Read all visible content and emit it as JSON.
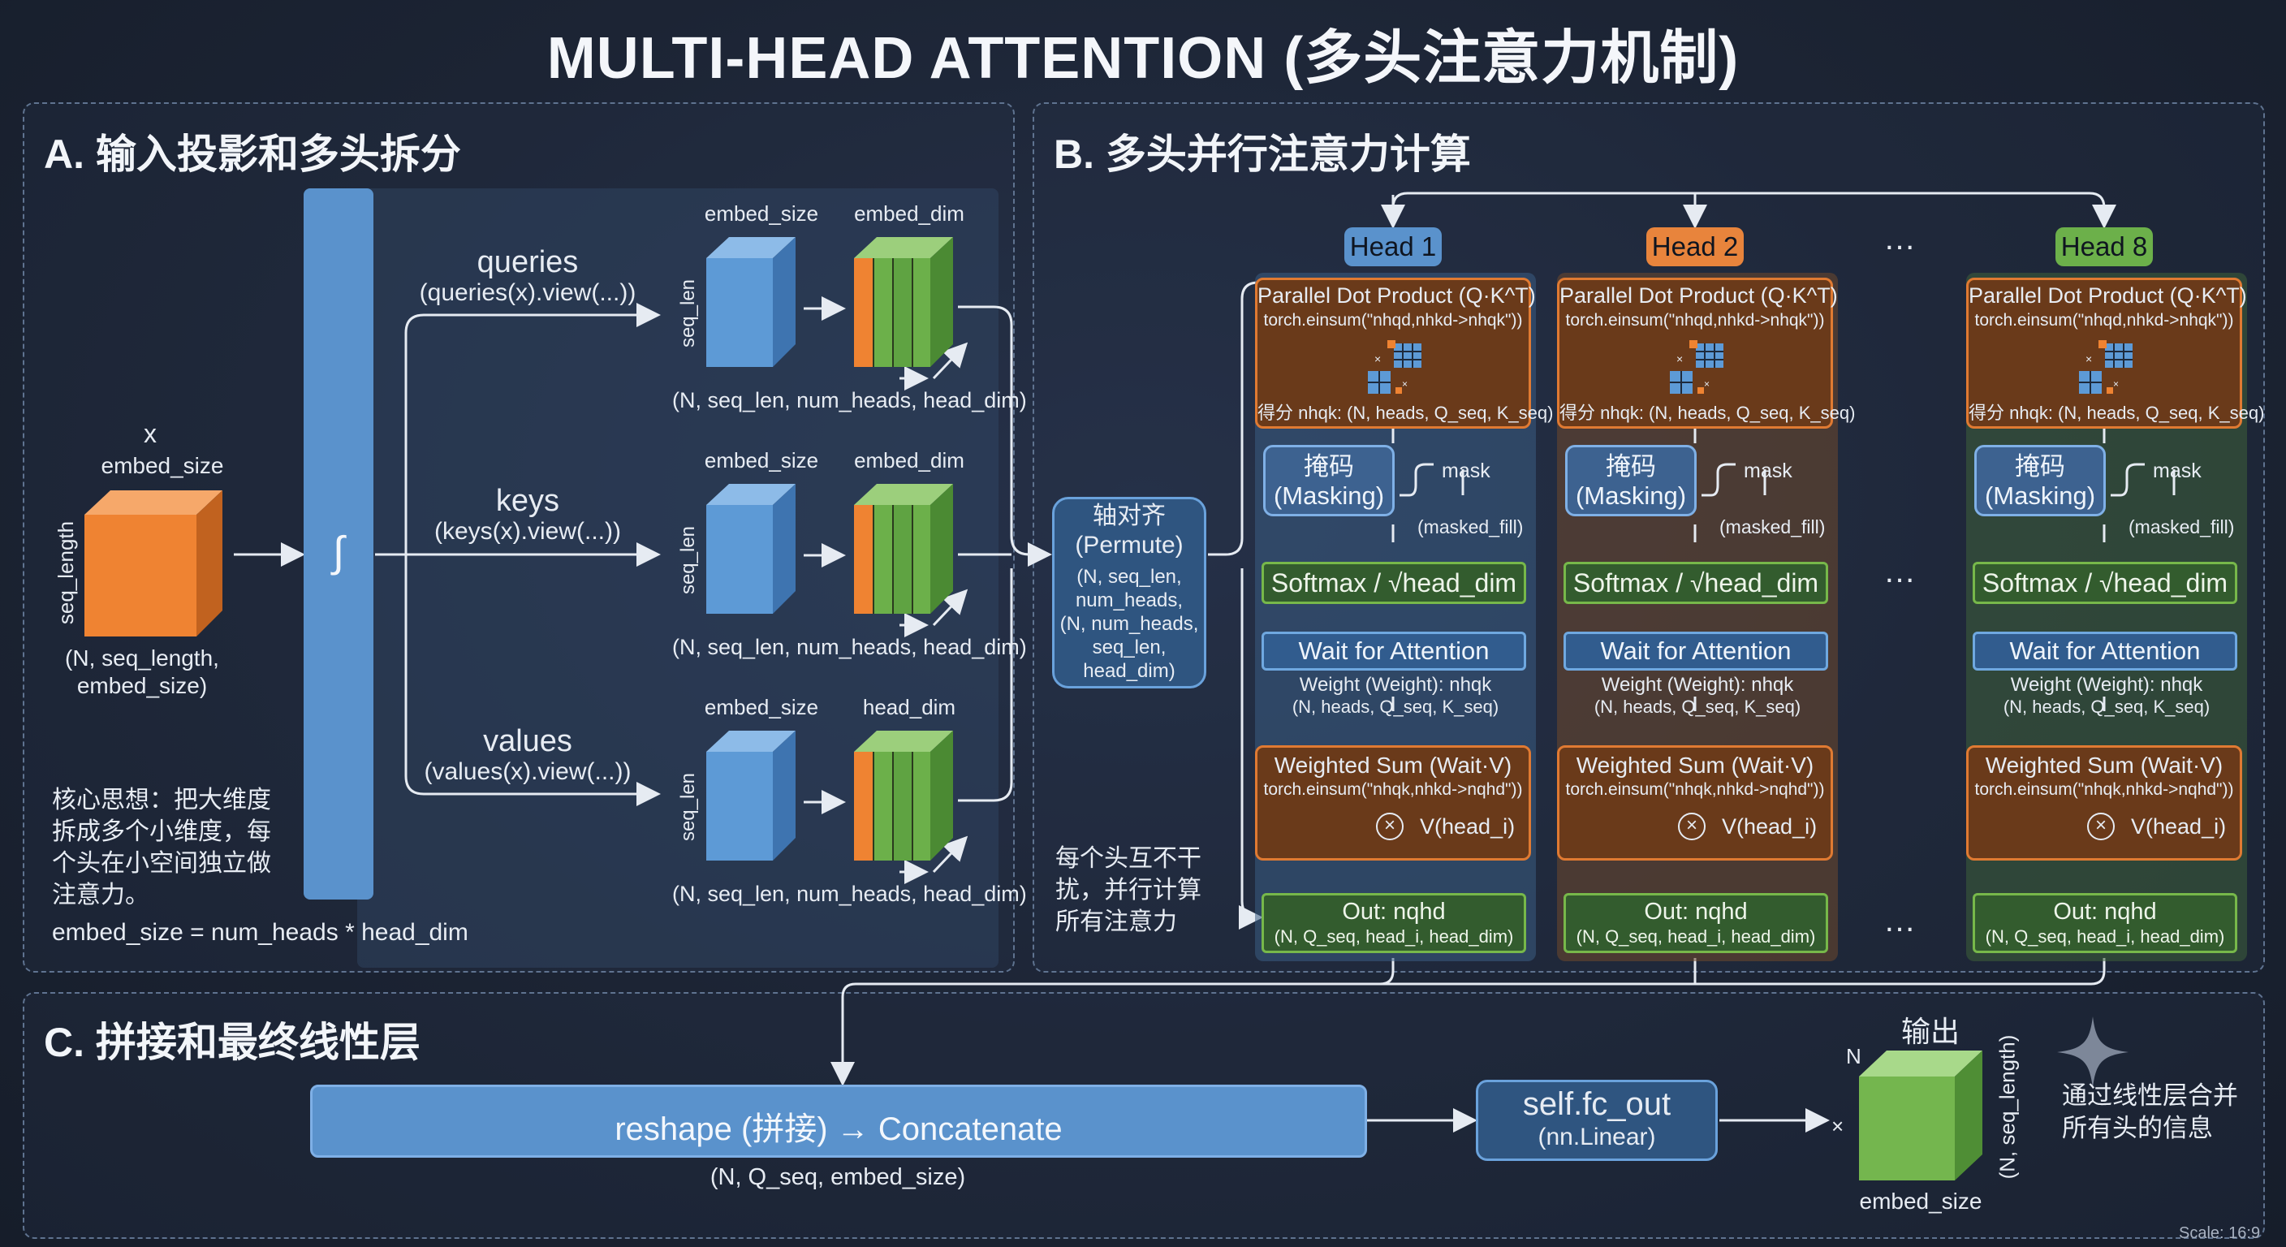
{
  "title": "MULTI-HEAD ATTENTION (多头注意力机制)",
  "section_a": {
    "title": "A. 输入投影和多头拆分",
    "input_x": "x",
    "input_embed_size": "embed_size",
    "input_seq_length": "seq_length",
    "input_shape": "(N, seq_length,\nembed_size)",
    "linear_symbol": "∫",
    "branches": [
      {
        "name": "queries",
        "call": "(queries(x).view(...))",
        "cube_label": "embed_size",
        "split_label": "embed_dim",
        "axis": "seq_len",
        "shape": "(N, seq_len, num_heads, head_dim)"
      },
      {
        "name": "keys",
        "call": "(keys(x).view(...))",
        "cube_label": "embed_size",
        "split_label": "embed_dim",
        "axis": "seq_len",
        "shape": "(N, seq_len, num_heads, head_dim)"
      },
      {
        "name": "values",
        "call": "(values(x).view(...))",
        "cube_label": "embed_size",
        "split_label": "head_dim",
        "axis": "seq_len",
        "shape": "(N, seq_len, num_heads, head_dim)"
      }
    ],
    "core_idea": "核心思想：把大维度\n拆成多个小维度，每\n个头在小空间独立做\n注意力。",
    "formula": "embed_size = num_heads * head_dim"
  },
  "section_b": {
    "title": "B. 多头并行注意力计算",
    "permute_title": "轴对齐\n(Permute)",
    "permute_detail": "(N, seq_len,\nnum_heads,\n(N, num_heads,\nseq_len,\nhead_dim)",
    "independence_note": "每个头互不干\n扰，并行计算\n所有注意力",
    "ellipsis": "…",
    "heads": [
      {
        "label": "Head 1",
        "color": "#5a92cc"
      },
      {
        "label": "Head 2",
        "color": "#e8843c"
      },
      {
        "label": "Head 8",
        "color": "#6cb04a"
      }
    ],
    "dot_title": "Parallel Dot Product (Q·K^T)",
    "dot_code": "torch.einsum(\"nhqd,nhkd->nhqk\"))",
    "dot_score": "得分 nhqk: (N, heads, Q_seq, K_seq)",
    "mask_label": "掩码\n(Masking)",
    "mask_word": "mask",
    "masked_fill": "(masked_fill)",
    "softmax": "Softmax / √head_dim",
    "wait_attention": "Wait for Attention",
    "weight_line1": "Weight (Weight): nhqk",
    "weight_line2": "(N, heads, Q_seq, K_seq)",
    "wsum_title": "Weighted Sum (Wait·V)",
    "wsum_code": "torch.einsum(\"nhqk,nhkd->nqhd\"))",
    "v_label": "V(head_i)",
    "out_title": "Out: nqhd",
    "out_shape": "(N, Q_seq, head_i, head_dim)"
  },
  "section_c": {
    "title": "C. 拼接和最终线性层",
    "concat_label": "reshape (拼接) → Concatenate",
    "concat_shape": "(N, Q_seq, embed_size)",
    "fc_title": "self.fc_out",
    "fc_sub": "(nn.Linear)",
    "output_title": "输出",
    "output_n": "N",
    "output_axis": "(N, seq_length)",
    "output_embed": "embed_size",
    "output_note": "通过线性层合并\n所有头的信息"
  },
  "scale_note": "Scale: 16:9",
  "colors": {
    "orange": "#e8843c",
    "blue": "#5a92cc",
    "green": "#6cb04a",
    "background": "#1c2434"
  }
}
